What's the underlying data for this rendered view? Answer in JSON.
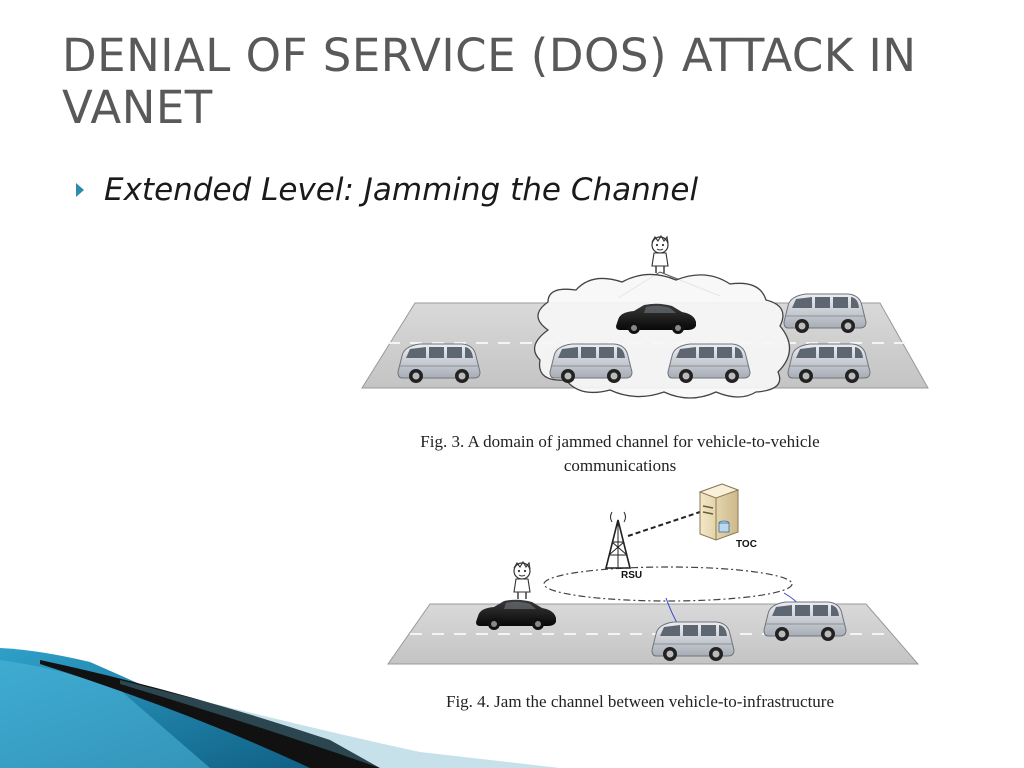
{
  "slide": {
    "title": "DENIAL OF SERVICE (DOS) ATTACK IN VANET",
    "bullet": "Extended Level: Jamming the Channel"
  },
  "figure3": {
    "caption_line1": "Fig. 3. A domain of jammed channel for vehicle-to-vehicle",
    "caption_line2": "communications"
  },
  "figure4": {
    "caption": "Fig. 4. Jam the channel between vehicle-to-infrastructure",
    "labels": {
      "rsu": "RSU",
      "toc": "TOC"
    }
  },
  "colors": {
    "bullet_accent": "#2e8bb0",
    "title_gray": "#595959"
  }
}
